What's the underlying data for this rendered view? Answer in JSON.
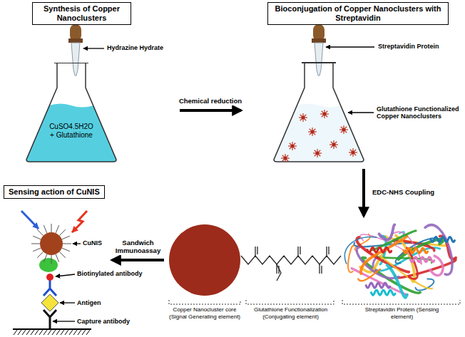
{
  "diagram": {
    "nodes": [
      {
        "text": [
          "Synthesis of Copper Nanoclusters"
        ]
      },
      {
        "text": [
          "CuSO4.5H2O + Glutathione"
        ],
        "in": 0
      },
      {
        "text": [
          "Bioconjugation of Copper Nanoclusters with Streptavidin"
        ]
      },
      {
        "text": [
          "Copper Nanocluster core (Signal Generating element)"
        ]
      },
      {
        "text": [
          "Glutathione Functionalization (Conjugating element)"
        ]
      },
      {
        "text": [
          "Streptavidin Protein (Sensing element)"
        ]
      },
      {
        "text": [
          "Sensing action of CuNIS"
        ]
      }
    ],
    "edges": [
      {
        "from": 0,
        "to": 2,
        "label": "Chemical reduction",
        "arrow": "to"
      },
      {
        "from": 2,
        "to": 5,
        "label": "EDC-NHS Coupling",
        "arrow": "to"
      },
      {
        "from": 3,
        "to": 6,
        "label": "Sandwich Immunoassay",
        "arrow": "to"
      }
    ],
    "labels": [
      "Hydrazine Hydrate",
      "Streptavidin Protein",
      "Glutathione Functionalized Copper Nanoclusters",
      "CuNIS",
      "Biotinylated antibody",
      "Antigen",
      "Capture antibody"
    ]
  }
}
